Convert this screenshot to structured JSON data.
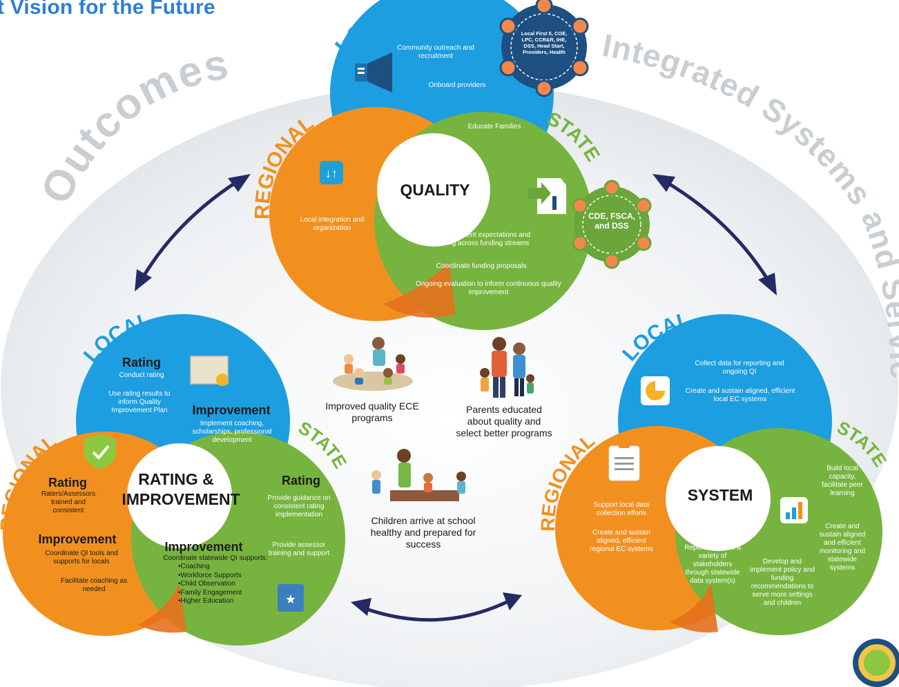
{
  "header": {
    "title": "t Vision for the Future"
  },
  "arc_labels": {
    "outcomes": "Outcomes",
    "integrated": "Integrated Systems and Services"
  },
  "levels": {
    "local": "LOCAL",
    "regional": "REGIONAL",
    "state": "STATE"
  },
  "colors": {
    "local_blue": "#1c9ee0",
    "regional_orange": "#f2901f",
    "state_green": "#77b43f",
    "arrow_navy": "#252a66",
    "bg_ellipse": "#e8ecef"
  },
  "quality": {
    "title": "QUALITY",
    "local_items": [
      "Community outreach and recruitment",
      "Onboard providers",
      "Educate Families"
    ],
    "regional_items": [
      "Local integration and organization"
    ],
    "state_items": [
      "Create consistent expectations and monitoring across funding streams",
      "Coordinate funding proposals",
      "Ongoing evaluation to inform continuous quality improvement"
    ],
    "local_group": "Local First 5, COE, LPC, CCR&R, IHE, DSS, Head Start, Providers, Health",
    "state_group": "CDE, FSCA, and DSS"
  },
  "rating": {
    "title_line1": "RATING &",
    "title_line2": "IMPROVEMENT",
    "local_rating_head": "Rating",
    "local_rating_text": "Conduct rating",
    "local_rating_use": "Use rating results to inform Quality Improvement Plan",
    "local_improvement_head": "Improvement",
    "local_improvement_text": "Implement coaching, scholarships, professional development",
    "regional_rating_head": "Rating",
    "regional_rating_text": "Raters/Assessors trained and consistent",
    "regional_improvement_head": "Improvement",
    "regional_improvement_text": "Coordinate QI tools and supports for locals",
    "regional_improvement_text2": "Facilitate coaching as needed",
    "state_rating_head": "Rating",
    "state_rating_text": "Provide guidance on consistent rating implementation",
    "state_rating_text2": "Provide assessor training and support",
    "state_improvement_head": "Improvement",
    "state_improvement_text": "Coordinate statewide QI supports:",
    "state_improvement_list": [
      "Coaching",
      "Workforce Supports",
      "Child Observation",
      "Family Engagement",
      "Higher Education"
    ]
  },
  "system": {
    "title": "SYSTEM",
    "local_items": [
      "Collect data for reporting and ongoing QI",
      "Create and sustain aligned, efficient local EC systems"
    ],
    "regional_items": [
      "Support local data collection efforts",
      "Create and sustain aligned, efficient regional EC systems"
    ],
    "state_items": [
      "Build local capacity, facilitate peer learning",
      "Create and sustain aligned and efficient monitoring and statewide systems"
    ],
    "report_text": "Report results to a variety of stakeholders through statewide data system(s)",
    "develop_text": "Develop and implement policy and funding recommendations to serve more settings and children"
  },
  "outcomes": {
    "ece": "Improved quality ECE programs",
    "parents": "Parents educated about quality and select better programs",
    "children": "Children arrive at school healthy and prepared for success"
  },
  "icons": [
    "megaphone-icon",
    "arrows-swap-icon",
    "document-arrow-icon",
    "certificate-icon",
    "shield-check-icon",
    "book-star-icon",
    "clipboard-icon",
    "pie-chart-icon",
    "bar-chart-icon",
    "seal-logo"
  ]
}
